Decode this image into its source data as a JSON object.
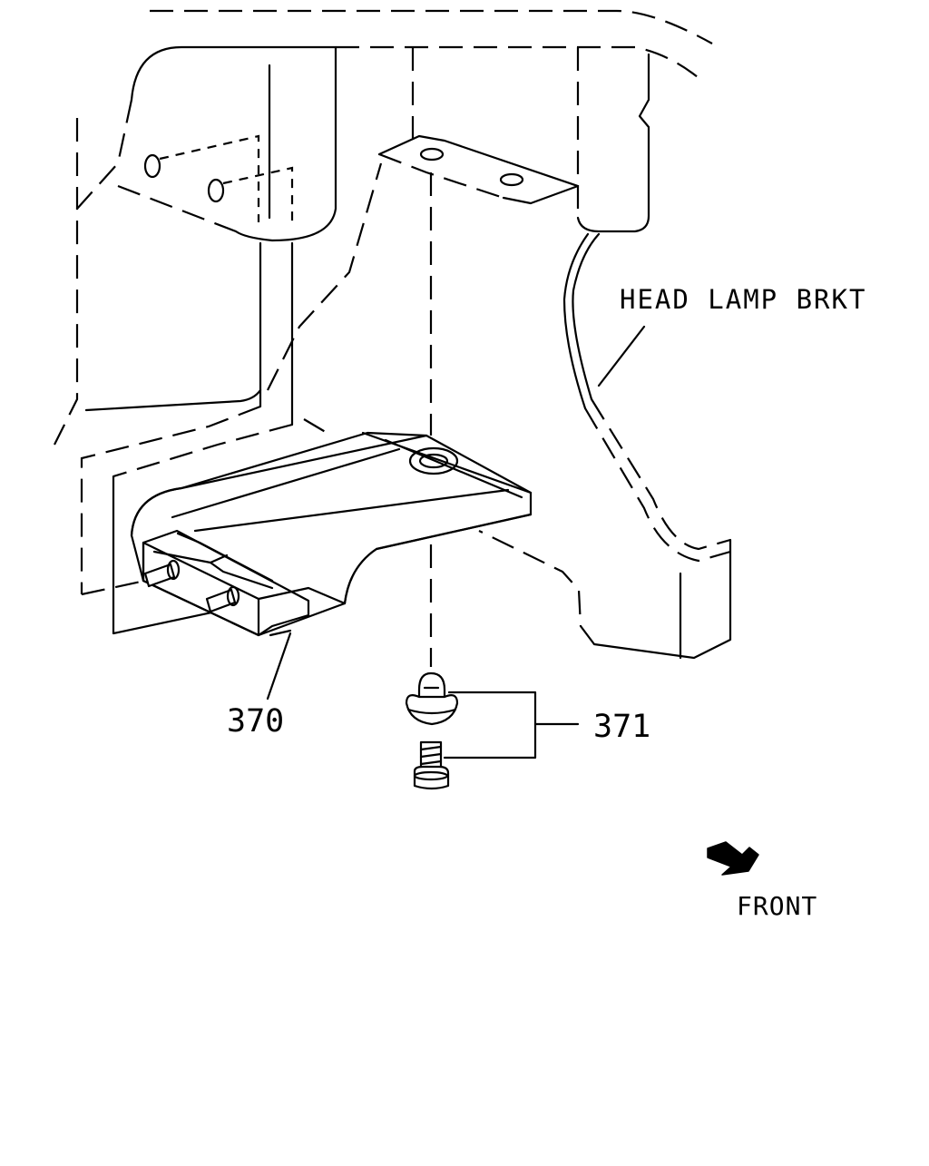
{
  "labels": {
    "head_lamp_bracket": "HEAD LAMP BRKT",
    "part_370": "370",
    "part_371": "371",
    "front": "FRONT"
  },
  "colors": {
    "line": "#000000",
    "background": "#ffffff"
  },
  "icons": {
    "direction": "front-arrow-icon"
  }
}
